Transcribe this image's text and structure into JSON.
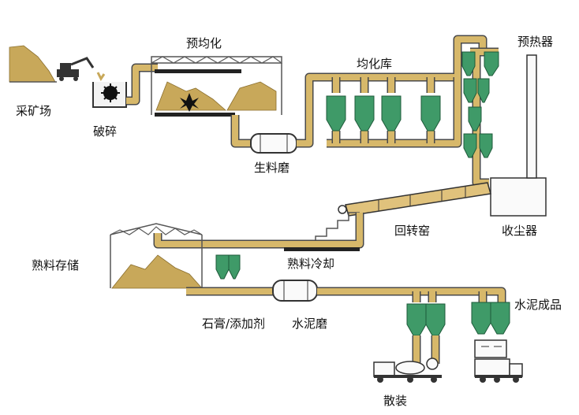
{
  "labels": {
    "quarry": "采矿场",
    "crusher": "破碎",
    "prehomogenization": "预均化",
    "homogenization_silos": "均化库",
    "raw_mill": "生料磨",
    "preheater": "预热器",
    "rotary_kiln": "回转窑",
    "dust_collector": "收尘器",
    "clinker_cooling": "熟料冷却",
    "clinker_storage": "熟料存储",
    "gypsum_additive": "石膏/添加剂",
    "cement_mill": "水泥磨",
    "finished_cement": "水泥成品",
    "bulk_loading": "散装"
  },
  "colors": {
    "material": "#d7b86a",
    "silo": "#3f9a68",
    "equipment": "#4a4a4a"
  }
}
